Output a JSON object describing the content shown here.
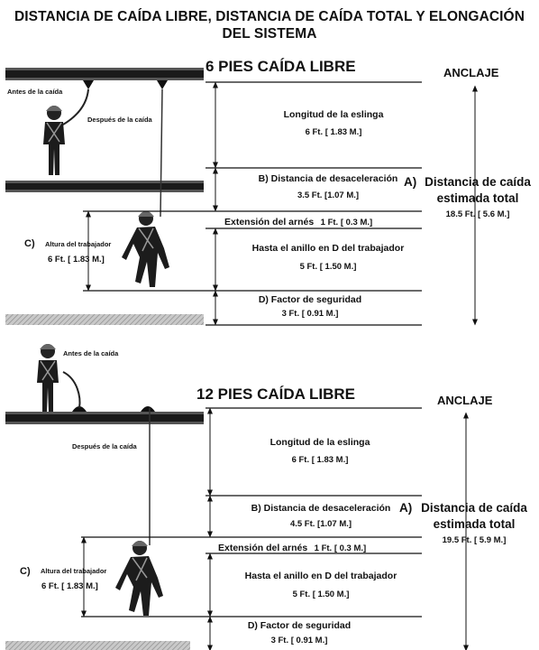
{
  "title": {
    "line1": "DISTANCIA DE CAÍDA LIBRE, DISTANCIA DE CAÍDA TOTAL Y ELONGACIÓN",
    "line2": "DEL SISTEMA"
  },
  "s1": {
    "heading": "6 PIES CAÍDA LIBRE",
    "anchor": "ANCLAJE",
    "before": "Antes de la caída",
    "after": "Después de la caída",
    "lanyard": "Longitud de la eslinga",
    "lanyard_val": "6 Ft. [ 1.83 M.]",
    "decel": "B)  Distancia de desaceleración",
    "decel_val": "3.5 Ft. [1.07 M.]",
    "harness": "Extensión del arnés",
    "harness_val": "1 Ft. [ 0.3 M.]",
    "dring": "Hasta el anillo en D del trabajador",
    "dring_val": "5 Ft. [ 1.50 M.]",
    "safety": "D)  Factor de seguridad",
    "safety_val": "3 Ft. [ 0.91 M.]",
    "total_a": "A)",
    "total_l1": "Distancia de caída",
    "total_l2": "estimada total",
    "total_val": "18.5 Ft. [ 5.6 M.]",
    "c": "C)",
    "worker": "Altura del trabajador",
    "worker_val": "6 Ft. [ 1.83 M.]"
  },
  "s2": {
    "heading": "12 PIES CAÍDA LIBRE",
    "anchor": "ANCLAJE",
    "before": "Antes de la caída",
    "after": "Después de la caída",
    "lanyard": "Longitud de la eslinga",
    "lanyard_val": "6 Ft. [ 1.83 M.]",
    "decel": "B)  Distancia de desaceleración",
    "decel_val": "4.5 Ft. [1.07 M.]",
    "harness": "Extensión del arnés",
    "harness_val": "1 Ft. [ 0.3 M.]",
    "dring": "Hasta el anillo en D del trabajador",
    "dring_val": "5 Ft. [ 1.50 M.]",
    "safety": "D)  Factor de seguridad",
    "safety_val": "3 Ft. [ 0.91 M.]",
    "total_a": "A)",
    "total_l1": "Distancia de caída",
    "total_l2": "estimada total",
    "total_val": "19.5 Ft. [ 5.9 M.]",
    "c": "C)",
    "worker": "Altura del trabajador",
    "worker_val": "6 Ft. [ 1.83 M.]"
  }
}
